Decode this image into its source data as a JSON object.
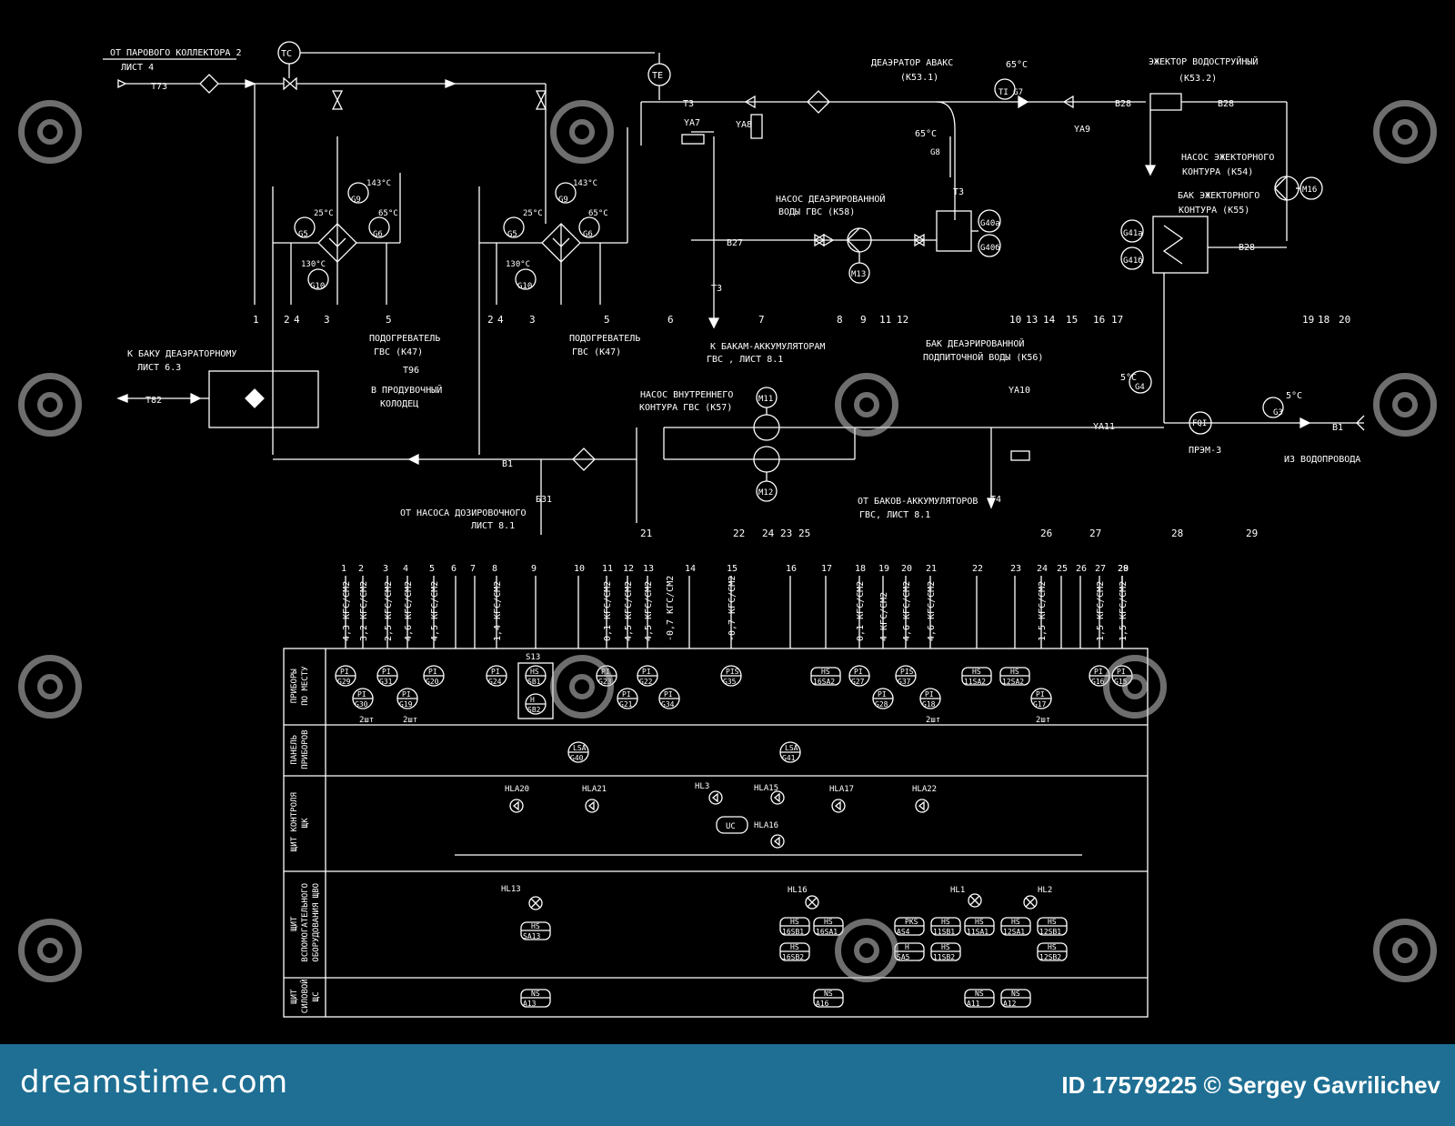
{
  "colors": {
    "background": "#000000",
    "line": "#ffffff",
    "footer": "#1e6f93"
  },
  "footer": {
    "logo": "dreamstime.com",
    "credit": "ID 17579225 © Sergey  Gavrilichev"
  },
  "top_labels": {
    "steam": "ОТ ПАРОВОГО КОЛЛЕКТОРА 2",
    "steam_sheet": "ЛИСТ 4",
    "t73": "T73",
    "tc": "TC",
    "te": "TE",
    "t3a": "T3",
    "ya7": "YA7",
    "ya8": "YA8",
    "deaerator": "ДЕАЭРАТОР АВАКС",
    "deaerator_code": "(К53.1)",
    "t65a": "65°C",
    "ti_g7": "TI\nG7",
    "ya9": "YA9",
    "b28a": "B28",
    "b28b": "B28",
    "b28c": "B28",
    "ejector": "ЭЖЕКТОР ВОДОСТРУЙНЫЙ",
    "ejector_code": "(К53.2)",
    "pump_ej": "НАСОС ЭЖЕКТОРНОГО",
    "pump_ej2": "КОНТУРА (К54)",
    "tank_ej": "БАК ЭЖЕКТОРНОГО",
    "tank_ej2": "КОНТУРА  (К55)",
    "m16": "M16",
    "le_g41a": "G41a",
    "le_g41b": "G41б",
    "t65b": "65°C",
    "ti_g8": "G8",
    "t3b": "T3",
    "pump_deaer": "НАСОС ДЕАЭРИРОВАННОЙ",
    "pump_deaer2": "ВОДЫ ГВС (К58)",
    "b27": "B27",
    "m13": "M13",
    "le_g40a": "G40a",
    "le_g40b": "G40б",
    "tank_deaer": "БАК ДЕАЭРИРОВАННОЙ",
    "tank_deaer2": "ПОДПИТОЧНОЙ ВОДЫ (К56)",
    "to_tanks": "К БАКАМ-АККУМУЛЯТОРАМ",
    "to_tanks2": "ГВС , ЛИСТ 8.1",
    "t3c": "T3",
    "t143": "143°C",
    "t25": "25°C",
    "t65": "65°C",
    "t130": "130°C",
    "g9": "G9",
    "g5": "G5",
    "g6": "G6",
    "g10": "G10",
    "heater": "ПОДОГРЕВАТЕЛЬ",
    "heater2": "ГВС (К47)",
    "to_deaer_tank": "К БАКУ ДЕАЭРАТОРНОМУ",
    "to_deaer_sheet": "ЛИСТ 6.3",
    "t82": "T82",
    "t96": "T96",
    "blow": "В ПРОДУВОЧНЫЙ",
    "blow2": "КОЛОДЕЦ",
    "pump_inner": "НАСОС ВНУТРЕННЕГО",
    "pump_inner2": "КОНТУРА ГВС (К57)",
    "m11": "M11",
    "m12": "M12",
    "b1a": "B1",
    "b1b": "B1",
    "b31": "Б31",
    "dosing": "ОТ НАСОСА ДОЗИРОВОЧНОГО",
    "dosing2": "ЛИСТ 8.1",
    "from_tanks": "ОТ БАКОВ-АККУМУЛЯТОРОВ",
    "from_tanks2": "ГВС, ЛИСТ 8.1",
    "t4": "T4",
    "ya10": "YA10",
    "ya11": "YA11",
    "t5a": "5°C",
    "g4": "G4",
    "fqi": "FQI",
    "przm": "ПРЭМ-3",
    "t5b": "5°C",
    "g3": "G3",
    "water": "ИЗ ВОДОПРОВОДА"
  },
  "upper_numbers": [
    "1",
    "2",
    "4",
    "3",
    "5",
    "2",
    "4",
    "3",
    "5",
    "6",
    "7",
    "8",
    "9",
    "11",
    "12",
    "10",
    "13",
    "14",
    "15",
    "16",
    "17",
    "19",
    "18",
    "20"
  ],
  "lower_numbers": [
    "21",
    "22",
    "24",
    "23",
    "25",
    "26",
    "27",
    "28",
    "29"
  ],
  "columns": [
    "1",
    "2",
    "3",
    "4",
    "5",
    "6",
    "7",
    "8",
    "9",
    "10",
    "11",
    "12",
    "13",
    "14",
    "15",
    "16",
    "17",
    "18",
    "19",
    "20",
    "21",
    "22",
    "23",
    "24",
    "25",
    "26",
    "27",
    "28",
    "29"
  ],
  "pressures": [
    "4,3 КГС/СМ2",
    "3,2 КГС/СМ2",
    "2,5 КГС/СМ2",
    "4,6 КГС/СМ2",
    "4,5 КГС/СМ2",
    "1,4 КГС/СМ2",
    "0,1 КГС/СМ2",
    "4,5 КГС/СМ2",
    "4,5 КГС/СМ2",
    "-0,7 КГС/СМ2",
    "-0,7 КГС/СМ2",
    "0,1 КГС/СМ2",
    "4 КГС/СМ2",
    "4,6 КГС/СМ2",
    "4,6 КГС/СМ2",
    "1,5 КГС/СМ2",
    "1,5 КГС/СМ2",
    "1,5 КГС/СМ2"
  ],
  "rows": [
    "ПРИБОРЫ\nПО МЕСТУ",
    "ПАНЕЛЬ\nПРИБОРОВ",
    "ЩИТ КОНТРОЛЯ\nЩК",
    "ЩИТ\nВСПОМОГАТЕЛЬНОГО\nОБОРУДОВАНИЯ ЩВО",
    "ЩИТ\nСИЛОВОЙ\nЩС"
  ],
  "instruments": {
    "pi_g29": "G29",
    "pi_g30": "G30",
    "pi_g31": "G31",
    "pi_g19": "G19",
    "pi_g20": "G20",
    "pi_g24": "G24",
    "s13": "S13",
    "hs_sb1": "SB1",
    "h_sb2": "SB2",
    "pi_g23": "G23",
    "pi_g21": "G21",
    "pi_g22": "G22",
    "pi_g34": "G34",
    "pis_g35": "G35",
    "hs_16sa2": "16SA2",
    "pi_g27": "G27",
    "pi_g28": "G28",
    "pis_g37": "G37",
    "pi_g18": "G18",
    "hs_11sa2": "11SA2",
    "hs_12sa2": "12SA2",
    "pi_g17": "G17",
    "pi_g16": "G16",
    "pi_g15": "G15",
    "two": "2шт",
    "lsa_g40": "G40",
    "lsa_g41": "G41",
    "hla20": "HLA20",
    "hla21": "HLA21",
    "hl3": "HL3",
    "hla15": "HLA15",
    "hla16": "HLA16",
    "hla17": "HLA17",
    "hla22": "HLA22",
    "uc": "UC",
    "hl13": "HL13",
    "hl16": "HL16",
    "hl1": "HL1",
    "hl2": "HL2",
    "sa13": "SA13",
    "16sb1": "16SB1",
    "16sa1": "16SA1",
    "16sb2": "16SB2",
    "as4": "AS4",
    "11sb1": "11SB1",
    "11sa1": "11SA1",
    "12sa1": "12SA1",
    "12sb1": "12SB1",
    "sa5": "SA5",
    "11sb2": "11SB2",
    "12sb2": "12SB2",
    "a13": "A13",
    "a16": "A16",
    "a11": "A11",
    "a12": "A12"
  }
}
